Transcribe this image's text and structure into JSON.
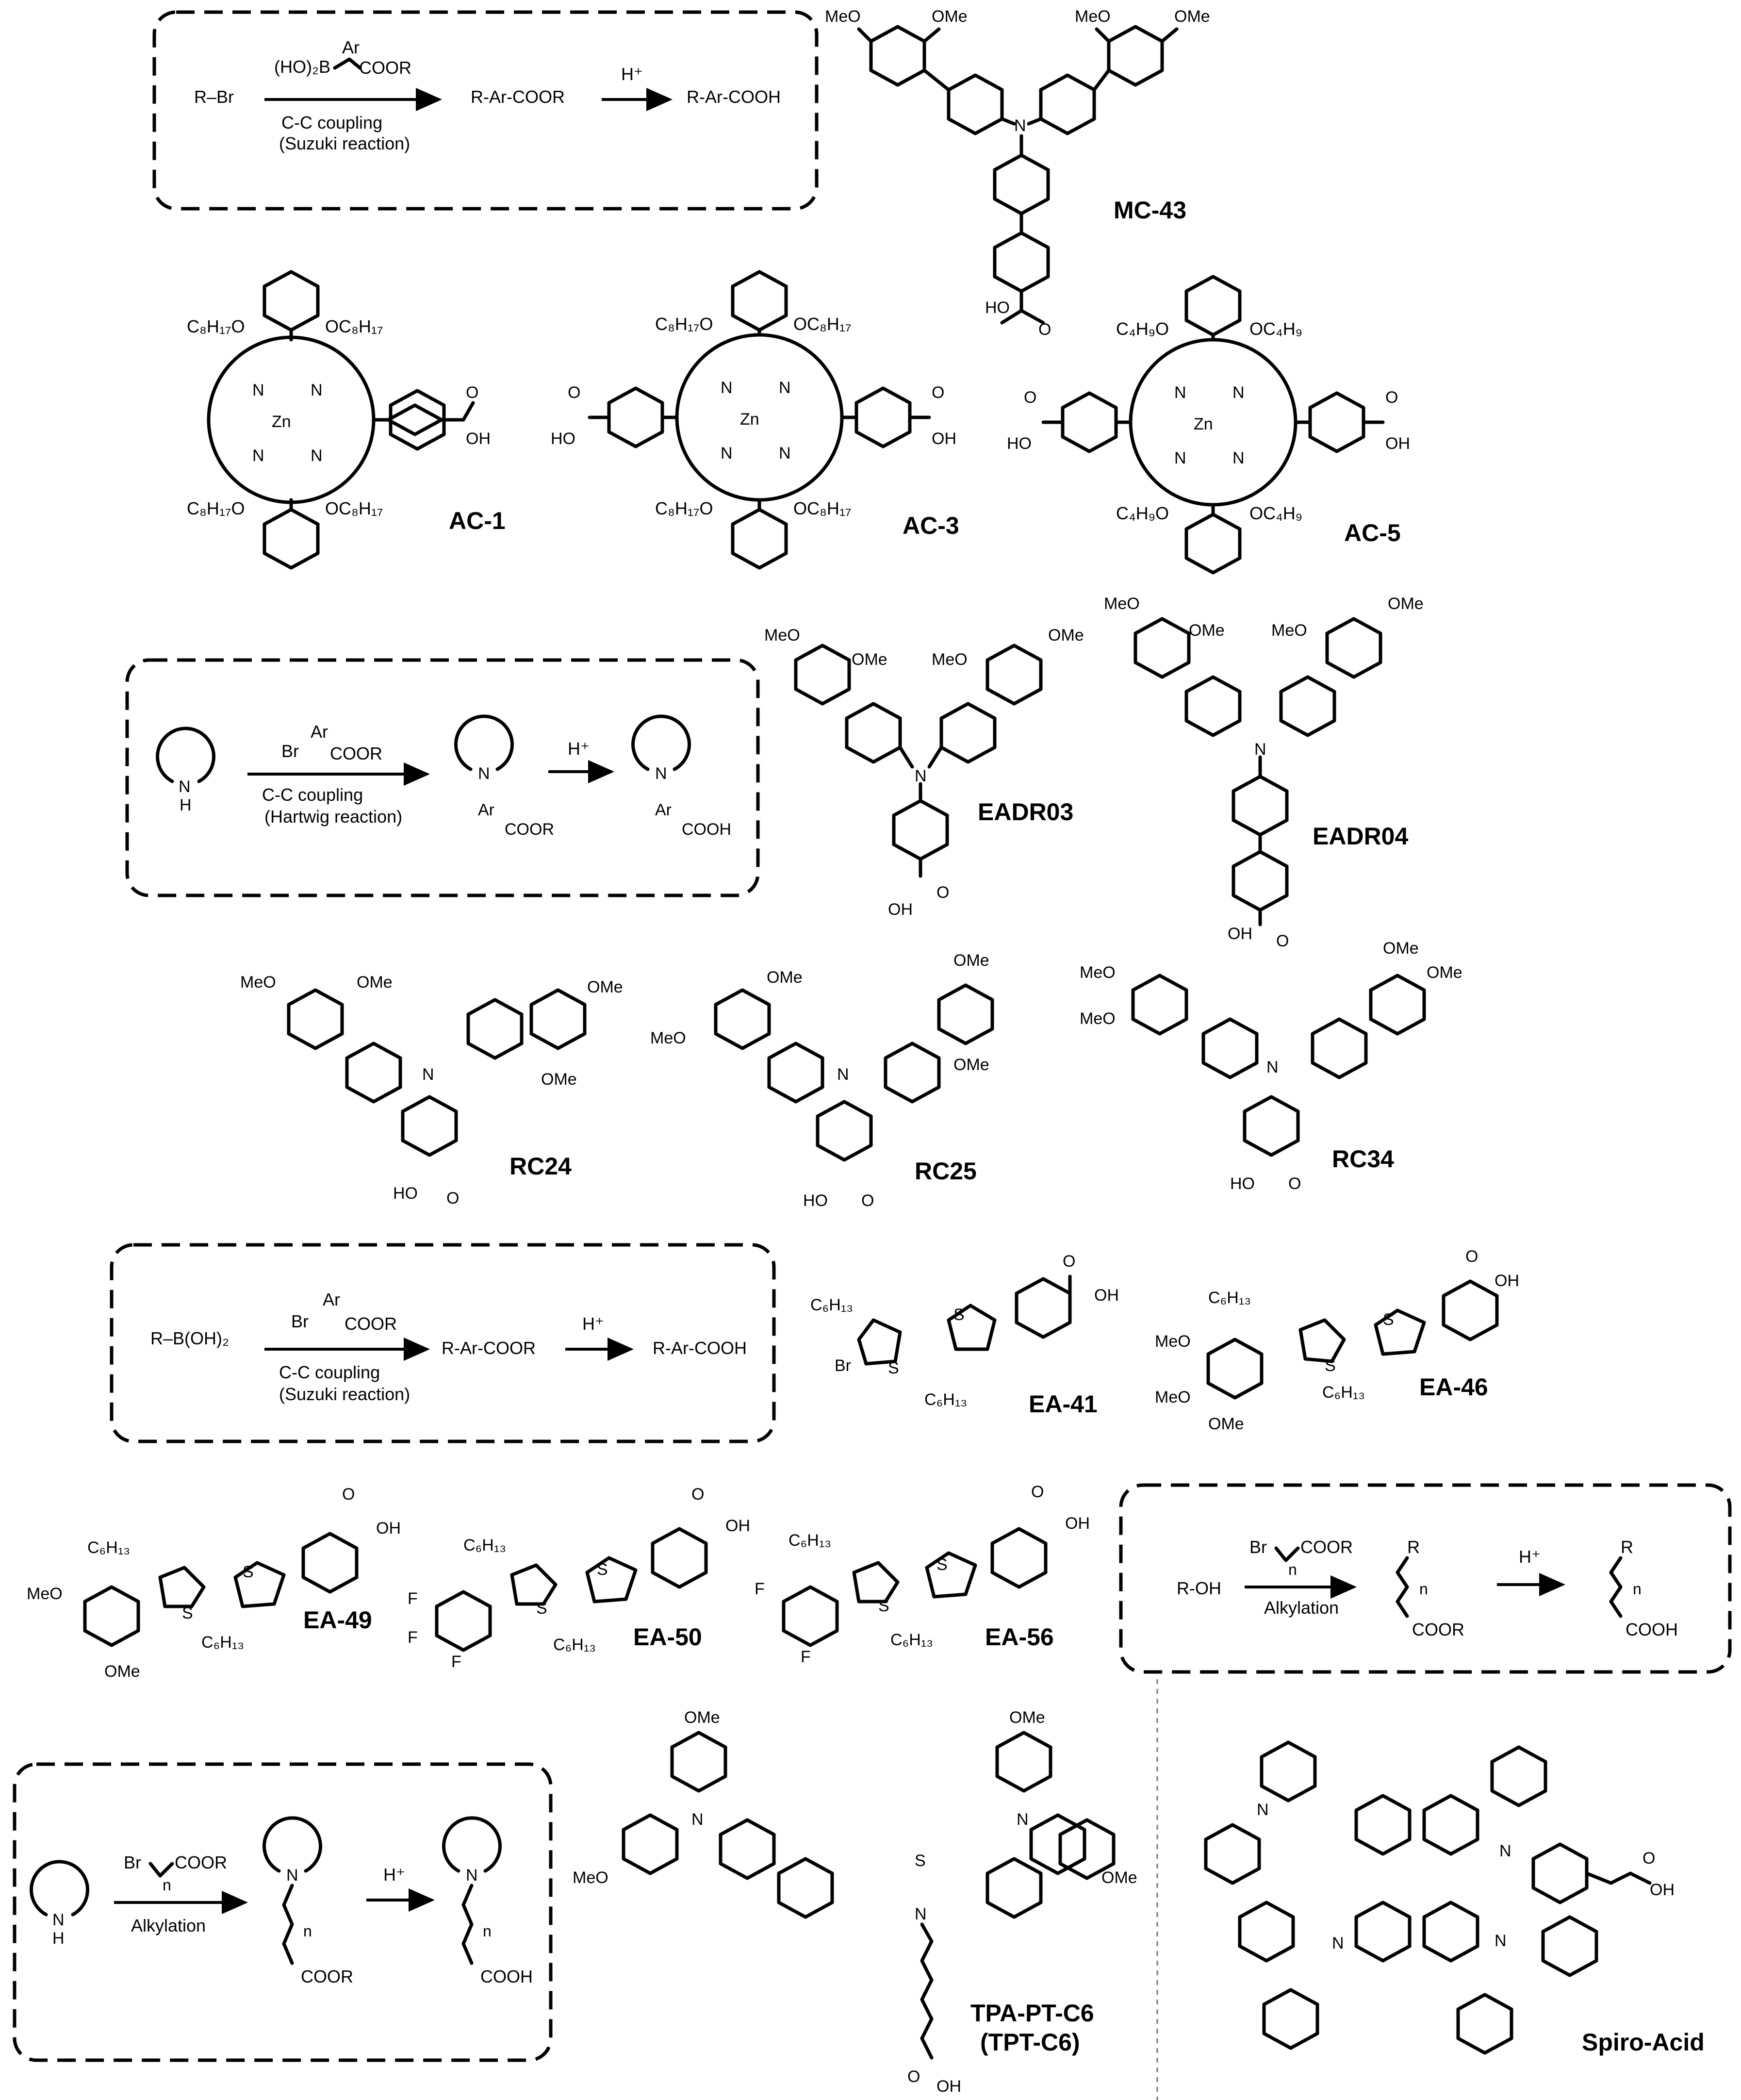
{
  "schemes": {
    "s1": {
      "reactant": "R–Br",
      "reagent": "(HO)₂B",
      "reagent_ar": "Ar",
      "reagent_tail": "COOR",
      "cond1": "C-C coupling",
      "cond2": "(Suzuki reaction)",
      "product": "R-Ar-COOR",
      "acid": "H⁺",
      "final": "R-Ar-COOH"
    },
    "s2": {
      "reagent": "Br",
      "reagent_ar": "Ar",
      "reagent_tail": "COOR",
      "cond1": "C-C coupling",
      "cond2": "(Hartwig reaction)",
      "acid": "H⁺",
      "nh": "N",
      "h": "H",
      "n1": "N",
      "ar1": "Ar",
      "tail1": "COOR",
      "n2": "N",
      "ar2": "Ar",
      "tail2": "COOH"
    },
    "s3": {
      "reactant": "R–B(OH)₂",
      "reagent": "Br",
      "reagent_ar": "Ar",
      "reagent_tail": "COOR",
      "cond1": "C-C coupling",
      "cond2": "(Suzuki reaction)",
      "product": "R-Ar-COOR",
      "acid": "H⁺",
      "final": "R-Ar-COOH"
    },
    "s4": {
      "reactant": "R-OH",
      "reagent": "Br",
      "reagent_tail": "COOR",
      "n": "n",
      "cond": "Alkylation",
      "acid": "H⁺",
      "r1": "R",
      "n1": "n",
      "tail1": "COOR",
      "r2": "R",
      "n2": "n",
      "tail2": "COOH"
    },
    "s5": {
      "reagent": "Br",
      "reagent_tail": "COOR",
      "n": "n",
      "cond": "Alkylation",
      "acid": "H⁺",
      "nh": "N",
      "h": "H",
      "n1": "N",
      "nn1": "n",
      "tail1": "COOR",
      "n2": "N",
      "nn2": "n",
      "tail2": "COOH"
    }
  },
  "labels": {
    "MeO": "MeO",
    "OMe": "OMe",
    "HO": "HO",
    "OH": "OH",
    "N": "N",
    "S": "S",
    "Zn": "Zn",
    "Br": "Br",
    "F": "F",
    "C8H17O": "C₈H₁₇O",
    "OC8H17": "OC₈H₁₇",
    "C4H9O": "C₄H₉O",
    "OC4H9": "OC₄H₉",
    "C6H13": "C₆H₁₃",
    "O": "O"
  },
  "compounds": {
    "mc43": "MC-43",
    "ac1": "AC-1",
    "ac3": "AC-3",
    "ac5": "AC-5",
    "eadr03": "EADR03",
    "eadr04": "EADR04",
    "rc24": "RC24",
    "rc25": "RC25",
    "rc34": "RC34",
    "ea41": "EA-41",
    "ea46": "EA-46",
    "ea49": "EA-49",
    "ea50": "EA-50",
    "ea56": "EA-56",
    "tpt1": "TPA-PT-C6",
    "tpt2": "(TPT-C6)",
    "spiro": "Spiro-Acid"
  }
}
